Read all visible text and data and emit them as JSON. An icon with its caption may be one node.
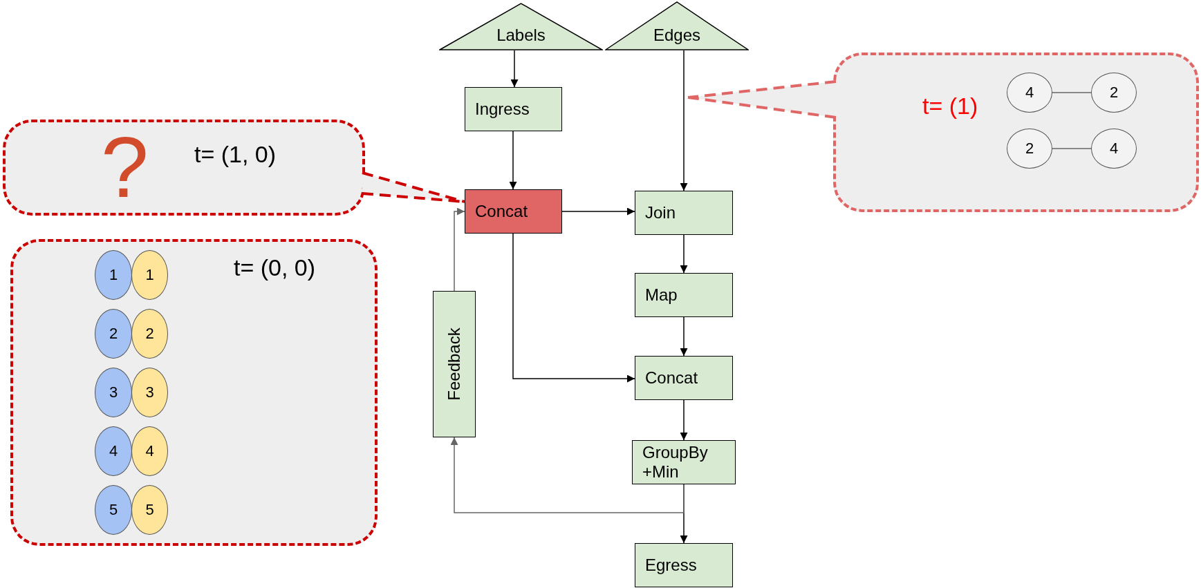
{
  "diagram": {
    "nodes": [
      {
        "text": [
          "Labels"
        ]
      },
      {
        "text": [
          "Edges"
        ]
      },
      {
        "text": [
          "t= (1)"
        ]
      },
      {
        "text": [
          "4"
        ],
        "in": 2
      },
      {
        "text": [
          "2"
        ],
        "in": 2
      },
      {
        "text": [
          "2"
        ],
        "in": 2
      },
      {
        "text": [
          "4"
        ],
        "in": 2
      },
      {
        "text": [
          "Ingress"
        ]
      },
      {
        "text": [
          "?",
          "t= (1, 0)"
        ]
      },
      {
        "text": [
          "Concat"
        ]
      },
      {
        "text": [
          "Join"
        ]
      },
      {
        "text": [
          "t= (0, 0)"
        ]
      },
      {
        "text": [
          "1"
        ],
        "in": 11
      },
      {
        "text": [
          "1"
        ],
        "in": 11
      },
      {
        "text": [
          "2"
        ],
        "in": 11
      },
      {
        "text": [
          "2"
        ],
        "in": 11
      },
      {
        "text": [
          "3"
        ],
        "in": 11
      },
      {
        "text": [
          "3"
        ],
        "in": 11
      },
      {
        "text": [
          "4"
        ],
        "in": 11
      },
      {
        "text": [
          "4"
        ],
        "in": 11
      },
      {
        "text": [
          "5"
        ],
        "in": 11
      },
      {
        "text": [
          "5"
        ],
        "in": 11
      },
      {
        "text": [
          "Map"
        ]
      },
      {
        "text": [
          "Feedback"
        ]
      },
      {
        "text": [
          "Concat"
        ]
      },
      {
        "text": [
          "GroupBy +Min"
        ]
      },
      {
        "text": [
          "Egress"
        ]
      }
    ],
    "edges": [
      {
        "from": 0,
        "to": 7,
        "arrow": "to"
      },
      {
        "from": 1,
        "to": 10,
        "arrow": "to"
      },
      {
        "from": 7,
        "to": 9,
        "arrow": "to"
      },
      {
        "from": 9,
        "to": 10,
        "arrow": "to"
      },
      {
        "from": 10,
        "to": 22,
        "arrow": "to"
      },
      {
        "from": 22,
        "to": 24,
        "arrow": "to"
      },
      {
        "from": 9,
        "to": 24,
        "arrow": "to"
      },
      {
        "from": 24,
        "to": 25,
        "arrow": "to"
      },
      {
        "from": 25,
        "to": 26,
        "arrow": "to"
      },
      {
        "from": 25,
        "to": 23,
        "arrow": "to",
        "color": "#666666"
      },
      {
        "from": 23,
        "to": 9,
        "arrow": "to",
        "color": "#666666"
      },
      {
        "from": 8,
        "to": 9,
        "arrow": "none",
        "style": "dashed",
        "color": "#cc0000"
      },
      {
        "from": 2,
        "to": null,
        "arrow": "none",
        "style": "dashed",
        "color": "#e06666"
      },
      {
        "from": 3,
        "to": 4,
        "arrow": "none",
        "color": "#666666"
      },
      {
        "from": 5,
        "to": 6,
        "arrow": "none",
        "color": "#666666"
      }
    ]
  }
}
